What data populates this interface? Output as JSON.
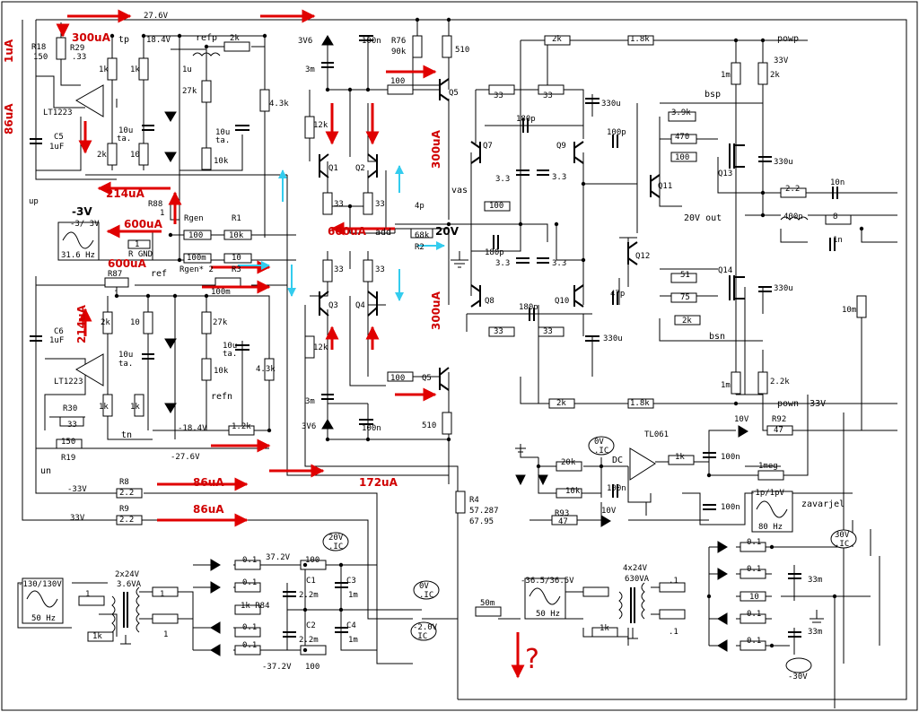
{
  "rails": {
    "pos_top": "27.6V",
    "neg_bottom": "-27.6V",
    "pos_ref": "18.4V",
    "neg_ref": "-18.4V",
    "pos_out_supply": "33V",
    "neg_out_supply": "-33V",
    "pos_33": "33V",
    "neg_33": "-33V"
  },
  "nodes": {
    "tp": "tp",
    "tn": "tn",
    "refp": "refp",
    "refn": "refn",
    "ref": "ref",
    "up": "up",
    "un": "un",
    "vas": "vas",
    "add": "add",
    "powp": "powp",
    "pown": "pown -33V",
    "bsp": "bsp",
    "bsn": "bsn",
    "out": "20V  out",
    "dc": "DC",
    "tl061": "TL061",
    "zavarjel": "zavarjel",
    "rgnd": "R GND"
  },
  "sources": {
    "input": {
      "range": "-3/ 3V",
      "freq": "31.6 Hz",
      "level": "-3V"
    },
    "mains_left": {
      "range": "-130/130V",
      "freq": "50 Hz"
    },
    "mains_right": {
      "range": "-36.5/36.5V",
      "freq": "50 Hz"
    },
    "noise": {
      "range": "-1p/1pV",
      "freq": "80 Hz"
    }
  },
  "ics": {
    "opamp_top": "LT1223",
    "opamp_bottom": "LT1223"
  },
  "transformers": {
    "left": {
      "ratio": "2x24V",
      "power": "3.6VA"
    },
    "right": {
      "ratio": "4x24V",
      "power": "630VA"
    }
  },
  "probes": {
    "p20v": "20V\n.IC",
    "p0v_left": "0V\n.IC",
    "pm2v": "-2.0V\n.IC",
    "p0v_dc": "0V\n.IC",
    "p30v": "30V\n.IC",
    "pm30v": "-30V"
  },
  "currents": {
    "i1ua": "1uA",
    "i300ua_top": "300uA",
    "i86ua_left": "86uA",
    "i214ua_top": "214uA",
    "i214ua_bot": "214uA",
    "i600ua_a": "600uA",
    "i600ua_b": "600uA",
    "i600ua_add": "600uA",
    "i300ua_vas_top": "300uA",
    "i300ua_vas_bot": "300uA",
    "i86ua_r8": "86uA",
    "i86ua_r9": "86uA",
    "i172ua": "172uA",
    "v20": "20V",
    "qmark": "?"
  },
  "labels": [
    {
      "id": "r18",
      "t": "R18"
    },
    {
      "id": "r18v",
      "t": "150"
    },
    {
      "id": "r29",
      "t": "R29"
    },
    {
      "id": "r29v",
      "t": ".33"
    },
    {
      "id": "c5",
      "t": "C5"
    },
    {
      "id": "c5v",
      "t": "1uF"
    },
    {
      "id": "r1k_a",
      "t": "1k"
    },
    {
      "id": "r1k_b",
      "t": "1k"
    },
    {
      "id": "l1u",
      "t": "1u"
    },
    {
      "id": "r27k_a",
      "t": "27k"
    },
    {
      "id": "r2k_a",
      "t": "2k"
    },
    {
      "id": "r10_a",
      "t": "10"
    },
    {
      "id": "c10u_a",
      "t": "10u"
    },
    {
      "id": "c10u_at",
      "t": "ta."
    },
    {
      "id": "c10u_b",
      "t": "10u"
    },
    {
      "id": "c10u_bt",
      "t": "ta."
    },
    {
      "id": "r10k_a",
      "t": "10k"
    },
    {
      "id": "r2k_refp",
      "t": "2k"
    },
    {
      "id": "r43k_a",
      "t": "4.3k"
    },
    {
      "id": "d3v6_a",
      "t": "3V6"
    },
    {
      "id": "c3m_a",
      "t": "3m"
    },
    {
      "id": "c100n_a",
      "t": "100n"
    },
    {
      "id": "r76",
      "t": "R76"
    },
    {
      "id": "r76v",
      "t": "90k"
    },
    {
      "id": "r510_a",
      "t": "510"
    },
    {
      "id": "r100_q5",
      "t": "100"
    },
    {
      "id": "q5a",
      "t": "Q5"
    },
    {
      "id": "r12k_a",
      "t": "12k"
    },
    {
      "id": "q1",
      "t": "Q1"
    },
    {
      "id": "q2",
      "t": "Q2"
    },
    {
      "id": "r33_q1",
      "t": "33"
    },
    {
      "id": "r33_q2",
      "t": "33"
    },
    {
      "id": "r88",
      "t": "R88"
    },
    {
      "id": "r88v",
      "t": "1"
    },
    {
      "id": "rgen",
      "t": "Rgen"
    },
    {
      "id": "r1",
      "t": "R1"
    },
    {
      "id": "r100_gen",
      "t": "100"
    },
    {
      "id": "r10k_r1",
      "t": "10k"
    },
    {
      "id": "r1_gnd",
      "t": "1"
    },
    {
      "id": "r100m_a",
      "t": "100m"
    },
    {
      "id": "r10_r3",
      "t": "10"
    },
    {
      "id": "rgen2",
      "t": "Rgen* 2"
    },
    {
      "id": "r3",
      "t": "R3"
    },
    {
      "id": "r87",
      "t": "R87"
    },
    {
      "id": "r100m_b",
      "t": "100m"
    },
    {
      "id": "r4p",
      "t": "4p"
    },
    {
      "id": "r68k",
      "t": "68k"
    },
    {
      "id": "r2",
      "t": "R2"
    },
    {
      "id": "r33_q3",
      "t": "33"
    },
    {
      "id": "r33_q4",
      "t": "33"
    },
    {
      "id": "q3",
      "t": "Q3"
    },
    {
      "id": "q4",
      "t": "Q4"
    },
    {
      "id": "r12k_b",
      "t": "12k"
    },
    {
      "id": "q5b",
      "t": "Q5"
    },
    {
      "id": "r100_q5b",
      "t": "100"
    },
    {
      "id": "d3v6_b",
      "t": "3V6"
    },
    {
      "id": "c3m_b",
      "t": "3m"
    },
    {
      "id": "c100n_b",
      "t": "100n"
    },
    {
      "id": "r510_b",
      "t": "510"
    },
    {
      "id": "c6",
      "t": "C6"
    },
    {
      "id": "c6v",
      "t": "1uF"
    },
    {
      "id": "r2k_b",
      "t": "2k"
    },
    {
      "id": "r10_b",
      "t": "10"
    },
    {
      "id": "r27k_b",
      "t": "27k"
    },
    {
      "id": "c10u_c",
      "t": "10u"
    },
    {
      "id": "c10u_ct",
      "t": "ta."
    },
    {
      "id": "c10u_d",
      "t": "10u"
    },
    {
      "id": "c10u_dt",
      "t": "ta."
    },
    {
      "id": "r10k_b",
      "t": "10k"
    },
    {
      "id": "r43k_b",
      "t": "4.3k"
    },
    {
      "id": "r1k_c",
      "t": "1k"
    },
    {
      "id": "r1k_d",
      "t": "1k"
    },
    {
      "id": "r30",
      "t": "R30"
    },
    {
      "id": "r30v",
      "t": "33"
    },
    {
      "id": "r19",
      "t": "R19"
    },
    {
      "id": "r150_b",
      "t": "150"
    },
    {
      "id": "r12k_refn",
      "t": "1.2k"
    },
    {
      "id": "r1_ref",
      "t": "1"
    },
    {
      "id": "r2k_top",
      "t": "2k"
    },
    {
      "id": "r18k_top",
      "t": "1.8k"
    },
    {
      "id": "r1m_a",
      "t": "1m"
    },
    {
      "id": "r2k_powp",
      "t": "2k"
    },
    {
      "id": "r33_a",
      "t": "33"
    },
    {
      "id": "r33_b",
      "t": "33"
    },
    {
      "id": "c330u_a",
      "t": "330u"
    },
    {
      "id": "c180p_a",
      "t": "180p"
    },
    {
      "id": "q7",
      "t": "Q7"
    },
    {
      "id": "q9",
      "t": "Q9"
    },
    {
      "id": "c33_a",
      "t": "3.3"
    },
    {
      "id": "c33_b",
      "t": "3.3"
    },
    {
      "id": "r39k",
      "t": "3.9k"
    },
    {
      "id": "c100p",
      "t": "100p"
    },
    {
      "id": "r470",
      "t": "470"
    },
    {
      "id": "r100_q13",
      "t": "100"
    },
    {
      "id": "q13",
      "t": "Q13"
    },
    {
      "id": "c330u_b",
      "t": "330u"
    },
    {
      "id": "q11",
      "t": "Q11"
    },
    {
      "id": "r100_vas",
      "t": "100"
    },
    {
      "id": "r22",
      "t": "2.2"
    },
    {
      "id": "c10n_a",
      "t": "10n"
    },
    {
      "id": "l400n",
      "t": "400n"
    },
    {
      "id": "r8",
      "t": "8"
    },
    {
      "id": "c1n",
      "t": "1n"
    },
    {
      "id": "c180p_b",
      "t": "180p"
    },
    {
      "id": "c33_c",
      "t": "3.3"
    },
    {
      "id": "c33_d",
      "t": "3.3"
    },
    {
      "id": "q12",
      "t": "Q12"
    },
    {
      "id": "r51",
      "t": "51"
    },
    {
      "id": "q14",
      "t": "Q14"
    },
    {
      "id": "c47p",
      "t": "47p"
    },
    {
      "id": "r75",
      "t": "75"
    },
    {
      "id": "c330u_c",
      "t": "330u"
    },
    {
      "id": "q8",
      "t": "Q8"
    },
    {
      "id": "q10",
      "t": "Q10"
    },
    {
      "id": "c180p_c",
      "t": "180p"
    },
    {
      "id": "r2k_bsn",
      "t": "2k"
    },
    {
      "id": "r10m",
      "t": "10m"
    },
    {
      "id": "r33_c",
      "t": "33"
    },
    {
      "id": "r33_d",
      "t": "33"
    },
    {
      "id": "c330u_d",
      "t": "330u"
    },
    {
      "id": "r1m_b",
      "t": "1m"
    },
    {
      "id": "r22k",
      "t": "2.2k"
    },
    {
      "id": "r2k_bot",
      "t": "2k"
    },
    {
      "id": "r18k_bot",
      "t": "1.8k"
    },
    {
      "id": "d10v_a",
      "t": "10V"
    },
    {
      "id": "r92",
      "t": "R92"
    },
    {
      "id": "r47_a",
      "t": "47"
    },
    {
      "id": "r1k_dc",
      "t": "1k"
    },
    {
      "id": "c100n_dc",
      "t": "100n"
    },
    {
      "id": "r1meg",
      "t": "1meg"
    },
    {
      "id": "r20k",
      "t": "20k"
    },
    {
      "id": "r10k_dc",
      "t": "10k"
    },
    {
      "id": "c100n_dc2",
      "t": "100n"
    },
    {
      "id": "c100n_dc3",
      "t": "100n"
    },
    {
      "id": "r93",
      "t": "R93"
    },
    {
      "id": "r47_b",
      "t": "47"
    },
    {
      "id": "d10v_b",
      "t": "10V"
    },
    {
      "id": "r8s",
      "t": "R8"
    },
    {
      "id": "r8sv",
      "t": "2.2"
    },
    {
      "id": "r9s",
      "t": "R9"
    },
    {
      "id": "r9sv",
      "t": "2.2"
    },
    {
      "id": "r4",
      "t": "R4"
    },
    {
      "id": "r4v",
      "t": "57.287"
    },
    {
      "id": "r4v2",
      "t": "67.95"
    },
    {
      "id": "ps_r1",
      "t": "1"
    },
    {
      "id": "ps_r1b",
      "t": "1"
    },
    {
      "id": "ps_r1c",
      "t": "1"
    },
    {
      "id": "ps_r1k",
      "t": "1k"
    },
    {
      "id": "ps_01a",
      "t": "0.1"
    },
    {
      "id": "ps_01b",
      "t": "0.1"
    },
    {
      "id": "ps_01c",
      "t": "0.1"
    },
    {
      "id": "ps_01d",
      "t": "0.1"
    },
    {
      "id": "ps_372a",
      "t": "37.2V"
    },
    {
      "id": "ps_100a",
      "t": "100"
    },
    {
      "id": "ps_c1",
      "t": "C1"
    },
    {
      "id": "ps_c1v",
      "t": "2.2m"
    },
    {
      "id": "ps_c3",
      "t": "C3"
    },
    {
      "id": "ps_c3v",
      "t": "1m"
    },
    {
      "id": "ps_r84",
      "t": "1k R84"
    },
    {
      "id": "ps_c2",
      "t": "C2"
    },
    {
      "id": "ps_c2v",
      "t": "2.2m"
    },
    {
      "id": "ps_c4",
      "t": "C4"
    },
    {
      "id": "ps_c4v",
      "t": "1m"
    },
    {
      "id": "ps_372b",
      "t": "-37.2V"
    },
    {
      "id": "ps_100b",
      "t": "100"
    },
    {
      "id": "ps_50m",
      "t": "50m"
    },
    {
      "id": "pr_1a",
      "t": ".1"
    },
    {
      "id": "pr_1b",
      "t": ".1"
    },
    {
      "id": "pr_1k",
      "t": "1k"
    },
    {
      "id": "pr_01a",
      "t": "0.1"
    },
    {
      "id": "pr_01b",
      "t": "0.1"
    },
    {
      "id": "pr_10",
      "t": "10"
    },
    {
      "id": "pr_01c",
      "t": "0.1"
    },
    {
      "id": "pr_01d",
      "t": "0.1"
    },
    {
      "id": "pr_33ma",
      "t": "33m"
    },
    {
      "id": "pr_33mb",
      "t": "33m"
    }
  ]
}
